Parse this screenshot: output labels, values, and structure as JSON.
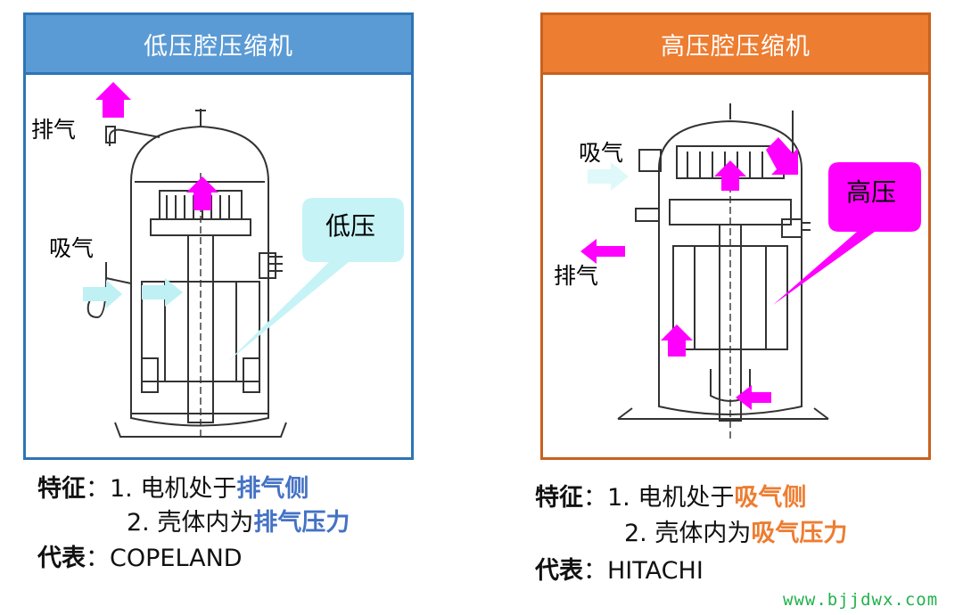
{
  "left": {
    "title": "低压腔压缩机",
    "labels": {
      "exhaust": "排气",
      "suction": "吸气",
      "callout": "低压"
    },
    "feature_key": "特征",
    "feature_sep": "：",
    "feature1_prefix": "1. 电机处于",
    "feature1_highlight": "排气侧",
    "feature2_prefix": "2. 壳体内为",
    "feature2_highlight": "排气压力",
    "rep_key": "代表",
    "rep_value": "COPELAND"
  },
  "right": {
    "title": "高压腔压缩机",
    "labels": {
      "suction": "吸气",
      "exhaust": "排气",
      "callout": "高压"
    },
    "feature_key": "特征",
    "feature_sep": "：",
    "feature1_prefix": "1. 电机处于",
    "feature1_highlight": "吸气侧",
    "feature2_prefix": "2. 壳体内为",
    "feature2_highlight": "吸气压力",
    "rep_key": "代表",
    "rep_value": "HITACHI"
  },
  "watermark": "www.bjjdwx.com",
  "colors": {
    "blue_border": "#2e74b5",
    "blue_header": "#5b9bd5",
    "blue_highlight": "#4472c4",
    "orange_border": "#c8611f",
    "orange_header": "#ed7d31",
    "orange_highlight": "#ed7d31",
    "magenta_arrow": "#ff00ff",
    "cyan_arrow": "#c6f3f6",
    "watermark_green": "#22b14c"
  }
}
